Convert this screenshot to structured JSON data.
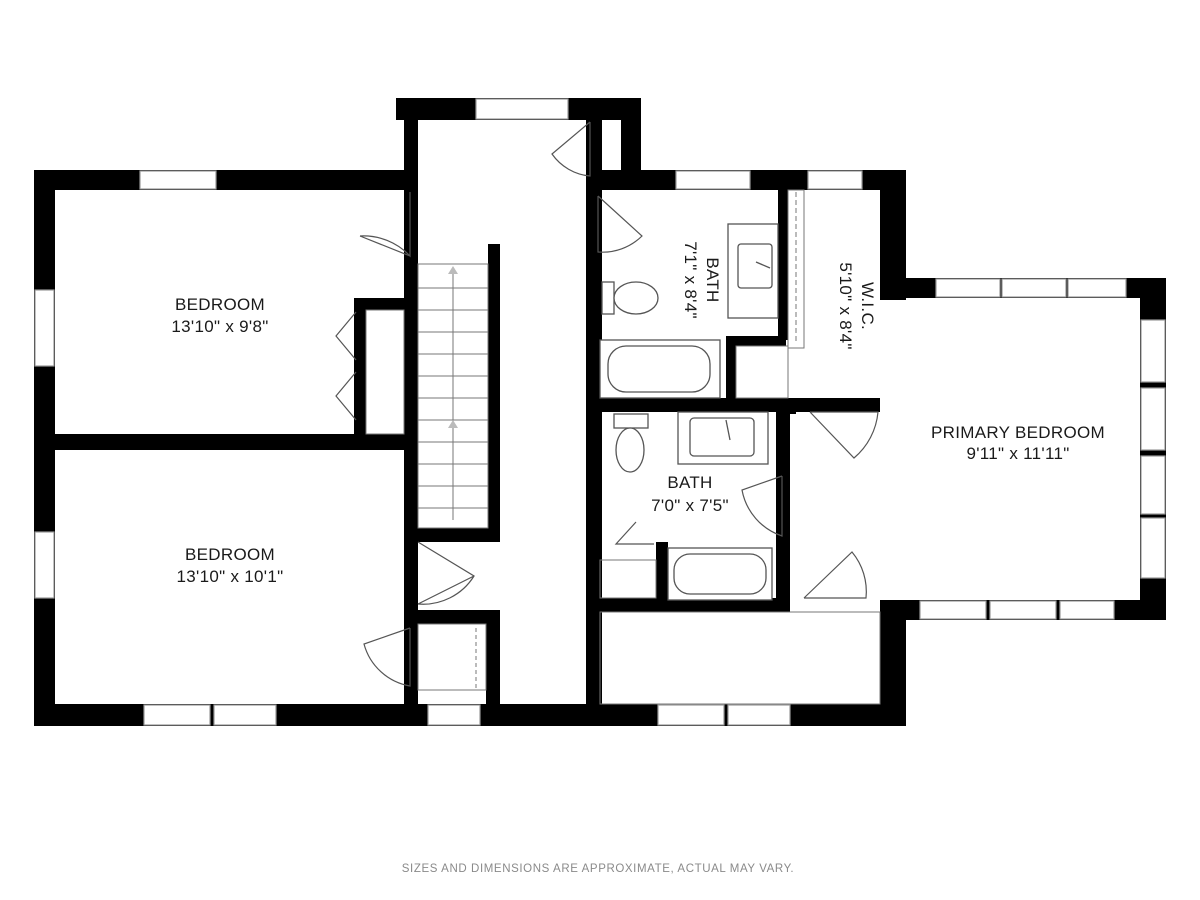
{
  "rooms": {
    "bedroom_1": {
      "name": "BEDROOM",
      "dims": "13'10\" x 9'8\""
    },
    "bedroom_2": {
      "name": "BEDROOM",
      "dims": "13'10\" x 10'1\""
    },
    "bath_1": {
      "name": "BATH",
      "dims": "7'1\" x 8'4\""
    },
    "wic": {
      "name": "W.I.C.",
      "dims": "5'10\" x 8'4\""
    },
    "bath_2": {
      "name": "BATH",
      "dims": "7'0\" x 7'5\""
    },
    "primary_bedroom": {
      "name": "PRIMARY BEDROOM",
      "dims": "9'11\" x 11'11\""
    }
  },
  "footer": {
    "disclaimer": "SIZES AND DIMENSIONS ARE APPROXIMATE, ACTUAL MAY VARY."
  },
  "colors": {
    "wall": "#000000",
    "background": "#ffffff",
    "fixture_stroke": "#555555"
  }
}
